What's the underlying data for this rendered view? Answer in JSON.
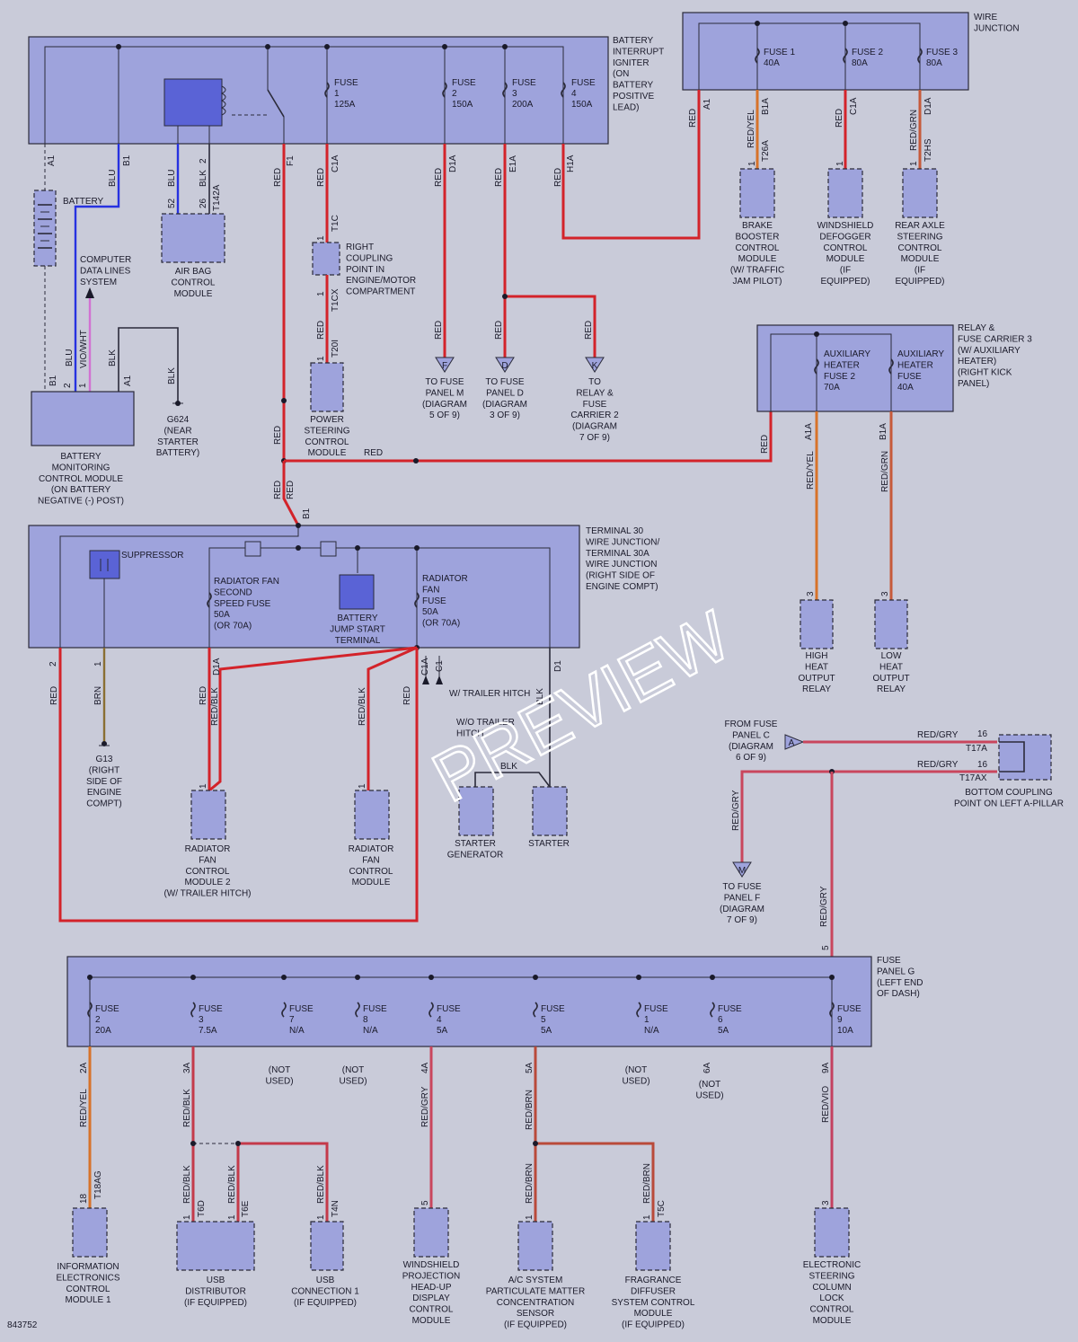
{
  "battery_interrupt": {
    "title": [
      "BATTERY",
      "INTERRUPT",
      "IGNITER",
      "(ON",
      "BATTERY",
      "POSITIVE",
      "LEAD)"
    ]
  },
  "fuses_bi": [
    {
      "l1": "FUSE",
      "l2": "1",
      "l3": "125A"
    },
    {
      "l1": "FUSE",
      "l2": "2",
      "l3": "150A"
    },
    {
      "l1": "FUSE",
      "l2": "3",
      "l3": "200A"
    },
    {
      "l1": "FUSE",
      "l2": "4",
      "l3": "150A"
    }
  ],
  "wire_junction": {
    "title": [
      "WIRE",
      "JUNCTION"
    ],
    "fuses": [
      {
        "l1": "FUSE 1",
        "l2": "40A"
      },
      {
        "l1": "FUSE 2",
        "l2": "80A"
      },
      {
        "l1": "FUSE 3",
        "l2": "80A"
      }
    ]
  },
  "battery": {
    "label": "BATTERY"
  },
  "computer_data": {
    "label": [
      "COMPUTER",
      "DATA LINES",
      "SYSTEM"
    ]
  },
  "airbag": {
    "label": [
      "AIR BAG",
      "CONTROL",
      "MODULE"
    ]
  },
  "bmcm": {
    "label": [
      "BATTERY",
      "MONITORING",
      "CONTROL MODULE",
      "(ON BATTERY",
      "NEGATIVE (-) POST)"
    ]
  },
  "g624": {
    "label": [
      "G624",
      "(NEAR",
      "STARTER",
      "BATTERY)"
    ]
  },
  "right_coupling": {
    "label": [
      "RIGHT",
      "COUPLING",
      "POINT IN",
      "ENGINE/MOTOR",
      "COMPARTMENT"
    ]
  },
  "power_steering": {
    "label": [
      "POWER",
      "STEERING",
      "CONTROL",
      "MODULE"
    ]
  },
  "to_fuse_m": {
    "tag": "F",
    "label": [
      "TO FUSE",
      "PANEL M",
      "(DIAGRAM",
      "5 OF 9)"
    ]
  },
  "to_fuse_d": {
    "tag": "D",
    "label": [
      "TO FUSE",
      "PANEL D",
      "(DIAGRAM",
      "3 OF 9)"
    ]
  },
  "to_relay2": {
    "tag": "K",
    "label": [
      "TO",
      "RELAY &",
      "FUSE",
      "CARRIER 2",
      "(DIAGRAM",
      "7 OF 9)"
    ]
  },
  "brake_booster": {
    "label": [
      "BRAKE",
      "BOOSTER",
      "CONTROL",
      "MODULE",
      "(W/ TRAFFIC",
      "JAM PILOT)"
    ]
  },
  "windshield_defogger": {
    "label": [
      "WINDSHIELD",
      "DEFOGGER",
      "CONTROL",
      "MODULE",
      "(IF",
      "EQUIPPED)"
    ]
  },
  "rear_axle": {
    "label": [
      "REAR AXLE",
      "STEERING",
      "CONTROL",
      "MODULE",
      "(IF",
      "EQUIPPED)"
    ]
  },
  "relay_carrier3": {
    "title": [
      "RELAY &",
      "FUSE CARRIER 3",
      "(W/ AUXILIARY",
      "HEATER)",
      "(RIGHT KICK",
      "PANEL)"
    ],
    "fuse_a": [
      "AUXILIARY",
      "HEATER",
      "FUSE 2",
      "70A"
    ],
    "fuse_b": [
      "AUXILIARY",
      "HEATER",
      "FUSE",
      "40A"
    ]
  },
  "high_heat": {
    "label": [
      "HIGH",
      "HEAT",
      "OUTPUT",
      "RELAY"
    ]
  },
  "low_heat": {
    "label": [
      "LOW",
      "HEAT",
      "OUTPUT",
      "RELAY"
    ]
  },
  "terminal30": {
    "title": [
      "TERMINAL 30",
      "WIRE JUNCTION/",
      "TERMINAL 30A",
      "WIRE JUNCTION",
      "(RIGHT SIDE OF",
      "ENGINE COMPT)"
    ],
    "suppressor": "SUPPRESSOR",
    "rad_fan2": [
      "RADIATOR FAN",
      "SECOND",
      "SPEED FUSE",
      "50A",
      "(OR 70A)"
    ],
    "jump": [
      "BATTERY",
      "JUMP START",
      "TERMINAL"
    ],
    "rad_fan": [
      "RADIATOR",
      "FAN",
      "FUSE",
      "50A",
      "(OR 70A)"
    ]
  },
  "g13": {
    "label": [
      "G13",
      "(RIGHT",
      "SIDE OF",
      "ENGINE",
      "COMPT)"
    ]
  },
  "rad_fan_cm2": {
    "label": [
      "RADIATOR",
      "FAN",
      "CONTROL",
      "MODULE 2",
      "(W/ TRAILER HITCH)"
    ]
  },
  "rad_fan_cm": {
    "label": [
      "RADIATOR",
      "FAN",
      "CONTROL",
      "MODULE"
    ]
  },
  "trailer": {
    "w": "W/ TRAILER HITCH",
    "wo": [
      "W/O TRAILER",
      "HITCH"
    ]
  },
  "starter_gen": {
    "label": [
      "STARTER",
      "GENERATOR"
    ]
  },
  "starter": {
    "label": "STARTER"
  },
  "from_fuse_c": {
    "tag": "A",
    "label": [
      "FROM FUSE",
      "PANEL C",
      "(DIAGRAM",
      "6 OF 9)"
    ]
  },
  "bottom_coupling": {
    "label": [
      "BOTTOM COUPLING",
      "POINT ON LEFT A-PILLAR"
    ]
  },
  "to_fuse_f": {
    "tag": "M",
    "label": [
      "TO FUSE",
      "PANEL F",
      "(DIAGRAM",
      "7 OF 9)"
    ]
  },
  "fuse_panel_g": {
    "title": [
      "FUSE",
      "PANEL G",
      "(LEFT END",
      "OF DASH)"
    ],
    "fuses": [
      {
        "n": "2",
        "a": "20A"
      },
      {
        "n": "3",
        "a": "7.5A"
      },
      {
        "n": "7",
        "a": "N/A"
      },
      {
        "n": "8",
        "a": "N/A"
      },
      {
        "n": "4",
        "a": "5A"
      },
      {
        "n": "5",
        "a": "5A"
      },
      {
        "n": "1",
        "a": "N/A"
      },
      {
        "n": "6",
        "a": "5A"
      },
      {
        "n": "9",
        "a": "10A"
      }
    ],
    "fuse_word": "FUSE"
  },
  "not_used": [
    "(NOT",
    "USED)"
  ],
  "info_elec": {
    "label": [
      "INFORMATION",
      "ELECTRONICS",
      "CONTROL",
      "MODULE 1"
    ]
  },
  "usb_dist": {
    "label": [
      "USB",
      "DISTRIBUTOR",
      "(IF EQUIPPED)"
    ]
  },
  "usb_conn": {
    "label": [
      "USB",
      "CONNECTION 1",
      "(IF EQUIPPED)"
    ]
  },
  "hud": {
    "label": [
      "WINDSHIELD",
      "PROJECTION",
      "HEAD-UP",
      "DISPLAY",
      "CONTROL",
      "MODULE"
    ]
  },
  "ac_sensor": {
    "label": [
      "A/C SYSTEM",
      "PARTICULATE MATTER",
      "CONCENTRATION",
      "SENSOR",
      "(IF EQUIPPED)"
    ]
  },
  "fragrance": {
    "label": [
      "FRAGRANCE",
      "DIFFUSER",
      "SYSTEM CONTROL",
      "MODULE",
      "(IF EQUIPPED)"
    ]
  },
  "esclm": {
    "label": [
      "ELECTRONIC",
      "STEERING",
      "COLUMN",
      "LOCK",
      "CONTROL",
      "MODULE"
    ]
  },
  "wires": {
    "red": "RED",
    "blu": "BLU",
    "blk": "BLK",
    "brn": "BRN",
    "viowht": "VIO/WHT",
    "redyel": "RED/YEL",
    "redgrn": "RED/GRN",
    "redblk": "RED/BLK",
    "redgry": "RED/GRY",
    "redbrn": "RED/BRN",
    "redvio": "RED/VIO"
  },
  "pins": {
    "a1": "A1",
    "b1": "B1",
    "f1": "F1",
    "c1a": "C1A",
    "d1a": "D1A",
    "e1a": "E1A",
    "h1a": "H1A",
    "t1c": "T1C",
    "t1cx": "T1CX",
    "t20i": "T20I",
    "t142a": "T142A",
    "t26a": "T26A",
    "t2hs": "T2HS",
    "b1a": "B1A",
    "a1a": "A1A",
    "c1": "C1",
    "d1": "D1",
    "t17a": "T17A",
    "t17ax": "T17AX",
    "t18ag": "T18AG",
    "t6d": "T6D",
    "t6e": "T6E",
    "t4n": "T4N",
    "t5c": "T5C",
    "p2a": "2A",
    "p3a": "3A",
    "p4a": "4A",
    "p5a": "5A",
    "p6a": "6A",
    "p9a": "9A"
  },
  "nums": {
    "n1": "1",
    "n2": "2",
    "n3": "3",
    "n5": "5",
    "n16": "16",
    "n18": "18",
    "n26": "26",
    "n52": "52"
  },
  "diagram_id": "843752",
  "watermark": "PREVIEW"
}
